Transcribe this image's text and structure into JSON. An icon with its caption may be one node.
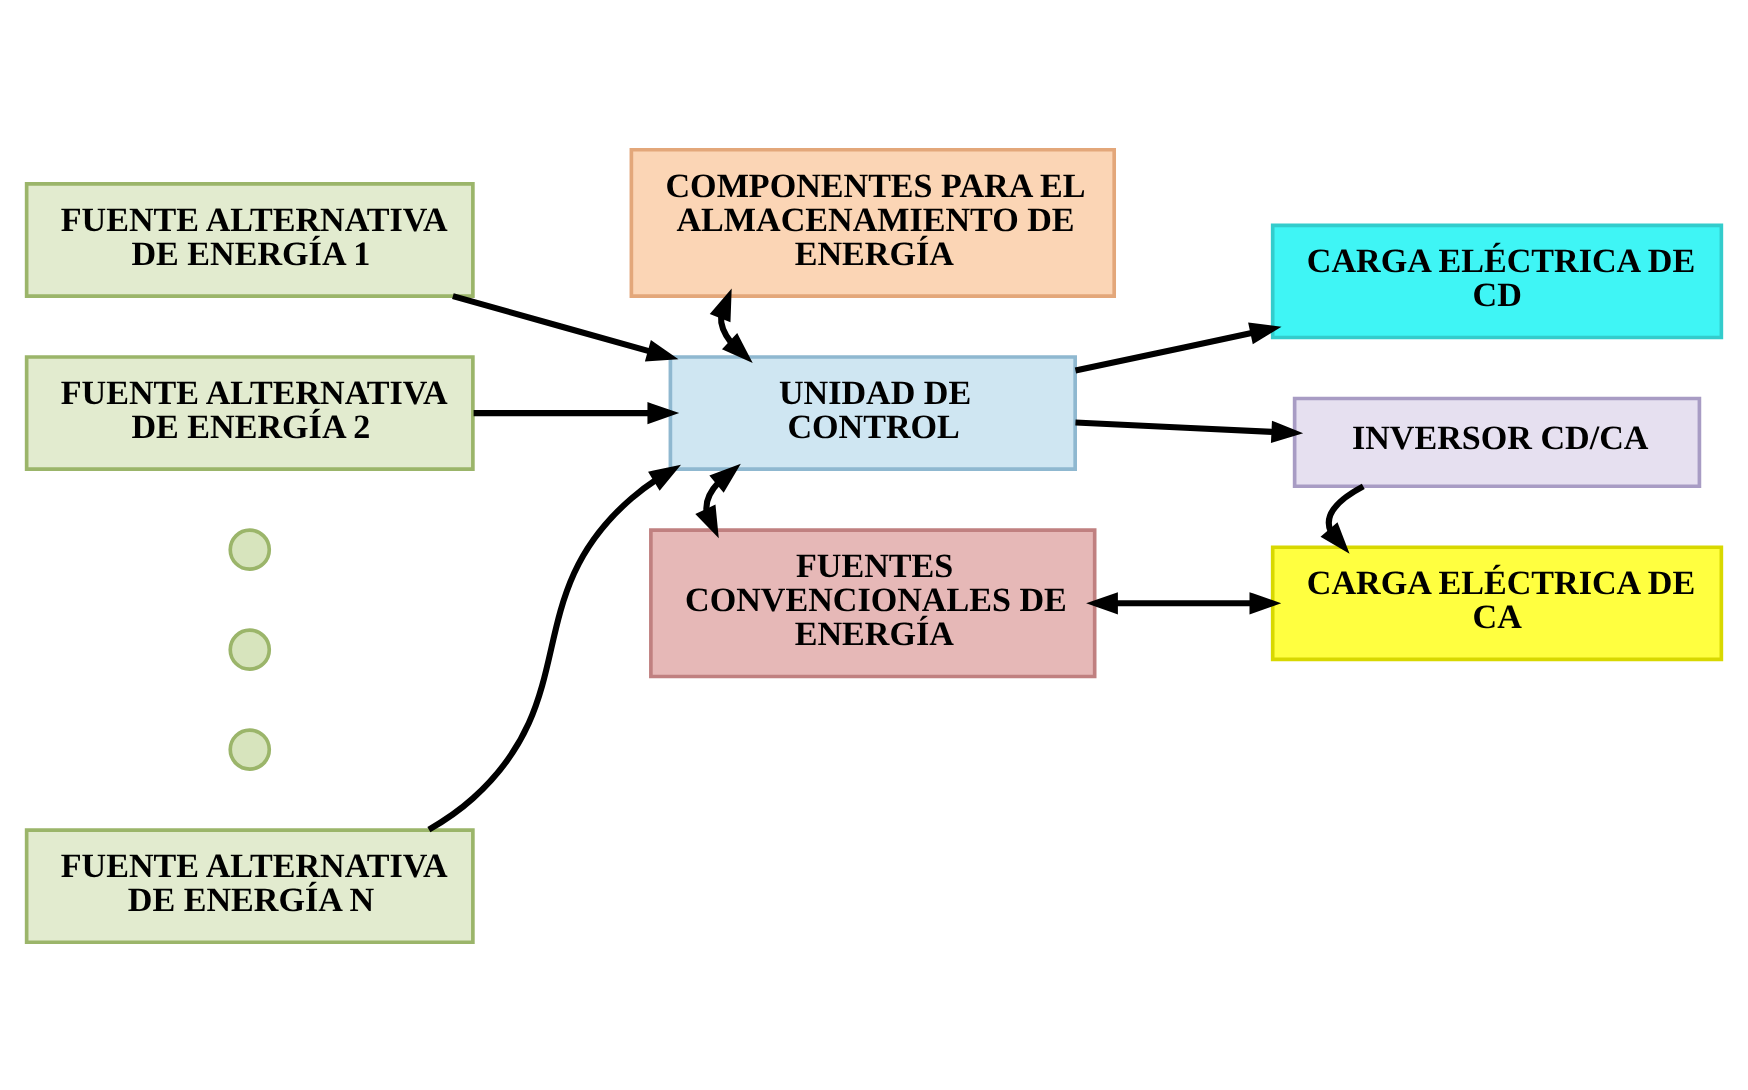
{
  "diagram": {
    "nodes": [
      {
        "text": [
          "COMPONENTES PARA EL ALMACENAMIENTO DE ENERGÍA"
        ]
      },
      {
        "text": [
          "FUENTE ALTERNATIVA DE ENERGÍA 1"
        ]
      },
      {
        "text": [
          "FUENTE ALTERNATIVA DE ENERGÍA 2"
        ]
      },
      {
        "text": [],
        "shape": "circle"
      },
      {
        "text": [],
        "shape": "circle"
      },
      {
        "text": [],
        "shape": "circle"
      },
      {
        "text": [
          "FUENTE ALTERNATIVA DE ENERGÍA N"
        ]
      },
      {
        "text": [
          "UNIDAD DE CONTROL"
        ]
      },
      {
        "text": [
          "CARGA ELÉCTRICA DE CD"
        ]
      },
      {
        "text": [
          "INVERSOR CD/CA"
        ]
      },
      {
        "text": [
          "CARGA ELÉCTRICA DE CA"
        ]
      },
      {
        "text": [
          "FUENTES CONVENCIONALES DE ENERGÍA"
        ]
      }
    ],
    "edges": [
      {
        "from": 1,
        "to": 7,
        "arrow": "to"
      },
      {
        "from": 2,
        "to": 7,
        "arrow": "to"
      },
      {
        "from": 6,
        "to": 7,
        "arrow": "to"
      },
      {
        "from": 7,
        "to": 0,
        "arrow": "both"
      },
      {
        "from": 7,
        "to": 8,
        "arrow": "to"
      },
      {
        "from": 7,
        "to": 9,
        "arrow": "to"
      },
      {
        "from": 9,
        "to": 10,
        "arrow": "to"
      },
      {
        "from": 7,
        "to": 11,
        "arrow": "both"
      },
      {
        "from": 10,
        "to": 11,
        "arrow": "both"
      }
    ]
  }
}
